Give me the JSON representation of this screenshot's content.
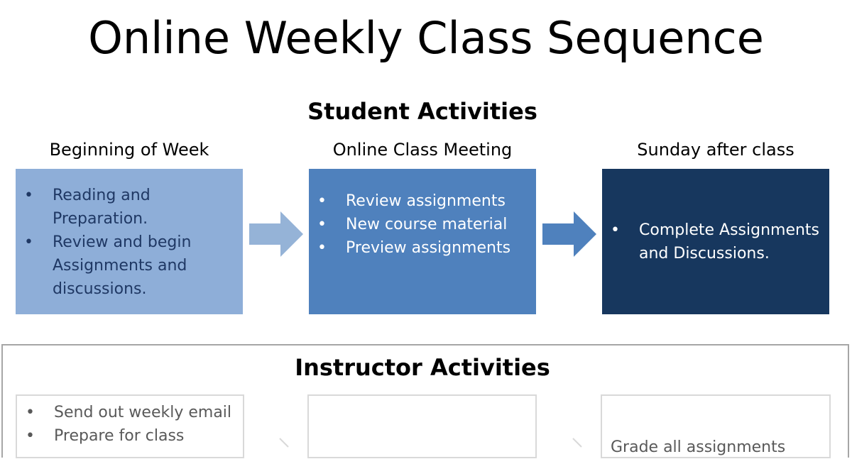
{
  "title": "Online Weekly Class Sequence",
  "student": {
    "heading": "Student Activities",
    "columns": [
      {
        "label": "Beginning of Week",
        "items": [
          "Reading and Preparation.",
          "Review and begin Assignments and discussions."
        ],
        "fill": "#8eaed8",
        "text_color": "#1f3864"
      },
      {
        "label": "Online Class Meeting",
        "items": [
          "Review assignments",
          "New course material",
          "Preview assignments"
        ],
        "fill": "#4f81bd",
        "text_color": "#ffffff"
      },
      {
        "label": "Sunday after class",
        "items": [
          "Complete Assignments and Discussions."
        ],
        "fill": "#17375e",
        "text_color": "#ffffff"
      }
    ],
    "arrow_colors": [
      "#95b3d7",
      "#4f81bd"
    ]
  },
  "instructor": {
    "heading": "Instructor Activities",
    "col1_items": [
      "Send out weekly email",
      "Prepare for class"
    ],
    "col3_text": "Grade all assignments",
    "border_color": "#a6a6a6"
  }
}
